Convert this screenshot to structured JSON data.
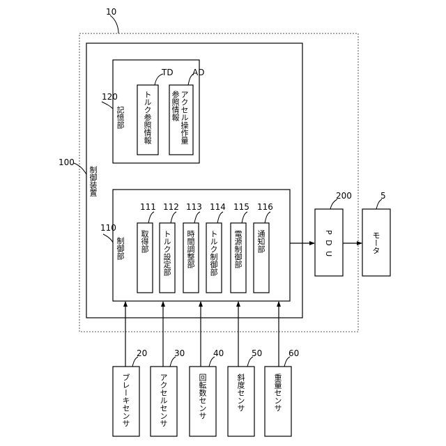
{
  "system": {
    "number": "10"
  },
  "control_device": {
    "number": "100",
    "label": "制御装置"
  },
  "storage": {
    "number": "120",
    "label": "記憶部",
    "items": [
      {
        "code": "TD",
        "lines": [
          "トルク参照情報"
        ]
      },
      {
        "code": "AD",
        "lines": [
          "アクセル操作量",
          "参照情報"
        ]
      }
    ]
  },
  "control_unit": {
    "number": "110",
    "label": "制御部",
    "blocks": [
      {
        "number": "111",
        "label": "取得部"
      },
      {
        "number": "112",
        "label": "トルク設定部"
      },
      {
        "number": "113",
        "label": "時間調整部"
      },
      {
        "number": "114",
        "label": "トルク制御部"
      },
      {
        "number": "115",
        "label": "電源制御部"
      },
      {
        "number": "116",
        "label": "通知部"
      }
    ]
  },
  "pdu": {
    "number": "200",
    "label": "P D U"
  },
  "motor": {
    "number": "5",
    "label": "モータ"
  },
  "sensors": [
    {
      "number": "20",
      "label": "ブレーキセンサ"
    },
    {
      "number": "30",
      "label": "アクセルセンサ"
    },
    {
      "number": "40",
      "label": "回転数センサ"
    },
    {
      "number": "50",
      "label": "斜度センサ"
    },
    {
      "number": "60",
      "label": "重量センサ"
    }
  ]
}
